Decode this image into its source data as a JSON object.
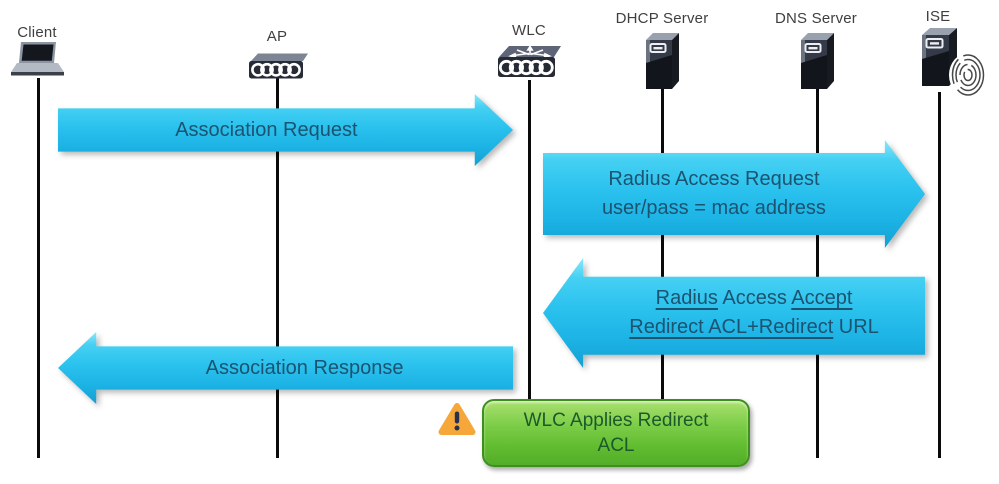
{
  "diagram": {
    "actors": [
      {
        "id": "client",
        "label": "Client"
      },
      {
        "id": "ap",
        "label": "AP"
      },
      {
        "id": "wlc",
        "label": "WLC"
      },
      {
        "id": "dhcp",
        "label": "DHCP Server"
      },
      {
        "id": "dns",
        "label": "DNS Server"
      },
      {
        "id": "ise",
        "label": "ISE"
      }
    ],
    "messages": [
      {
        "id": "association-request",
        "text": "Association Request",
        "direction": "right",
        "from": "Client",
        "to": "WLC"
      },
      {
        "id": "radius-access-request",
        "line1": "Radius Access Request",
        "line2": "user/pass = mac address",
        "direction": "right",
        "from": "WLC",
        "to": "ISE"
      },
      {
        "id": "radius-access-accept",
        "l1s1": "Radius",
        "l1s2": " Access ",
        "l1s3": "Accept",
        "l2s1": "Redirect ACL+Redirect",
        "l2s2": " URL",
        "direction": "left",
        "from": "ISE",
        "to": "WLC"
      },
      {
        "id": "association-response",
        "text": "Association Response",
        "direction": "left",
        "from": "WLC",
        "to": "Client"
      }
    ],
    "note": {
      "line1": "WLC Applies Redirect",
      "line2": "ACL",
      "icon": "warning-icon"
    },
    "colors": {
      "arrow_fill": "#2bc2ee",
      "arrow_fill_highlight": "#8ae7fa",
      "arrow_fill_shade": "#13a0d3",
      "arrow_text": "#1c5370",
      "note_fill": "#6cc63c",
      "note_border": "#3e8f1d",
      "note_text": "#1b5a2a",
      "warning_orange": "#f6a73a",
      "lifeline": "#0a0a0a",
      "actor_label_text": "#3f3f3f"
    }
  }
}
